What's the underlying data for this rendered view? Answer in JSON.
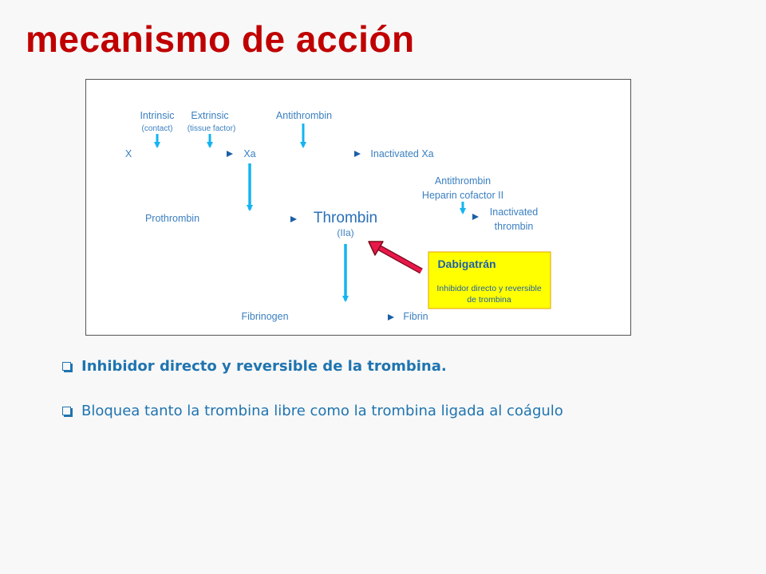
{
  "slide": {
    "title": "mecanismo de acción"
  },
  "diagram": {
    "intrinsic": "Intrinsic",
    "intrinsic_sub": "(contact)",
    "extrinsic": "Extrinsic",
    "extrinsic_sub": "(tissue factor)",
    "antithrombin_top": "Antithrombin",
    "x": "X",
    "xa": "Xa",
    "inactivated_xa": "Inactivated Xa",
    "antithrombin_mid": "Antithrombin",
    "heparin_cofactor": "Heparin cofactor II",
    "prothrombin": "Prothrombin",
    "thrombin": "Thrombin",
    "thrombin_sub": "(IIa)",
    "inactivated_thrombin_1": "Inactivated",
    "inactivated_thrombin_2": "thrombin",
    "fibrinogen": "Fibrinogen",
    "fibrin": "Fibrin",
    "drug_name": "Dabigatrán",
    "drug_desc_1": "Inhibidor directo y reversible",
    "drug_desc_2": "de trombina"
  },
  "bullets": [
    "Inhibidor directo y reversible de la trombina.",
    "Bloquea tanto la trombina libre como la trombina ligada al coágulo"
  ],
  "colors": {
    "title": "#c00000",
    "label": "#3a7fc0",
    "arrow_light": "#14b4f0",
    "arrow_dark": "#1a5fa8",
    "drug_box": "#ffff00",
    "drug_box_border": "#e0a000",
    "inhibitor_arrow": "#d0103a"
  }
}
